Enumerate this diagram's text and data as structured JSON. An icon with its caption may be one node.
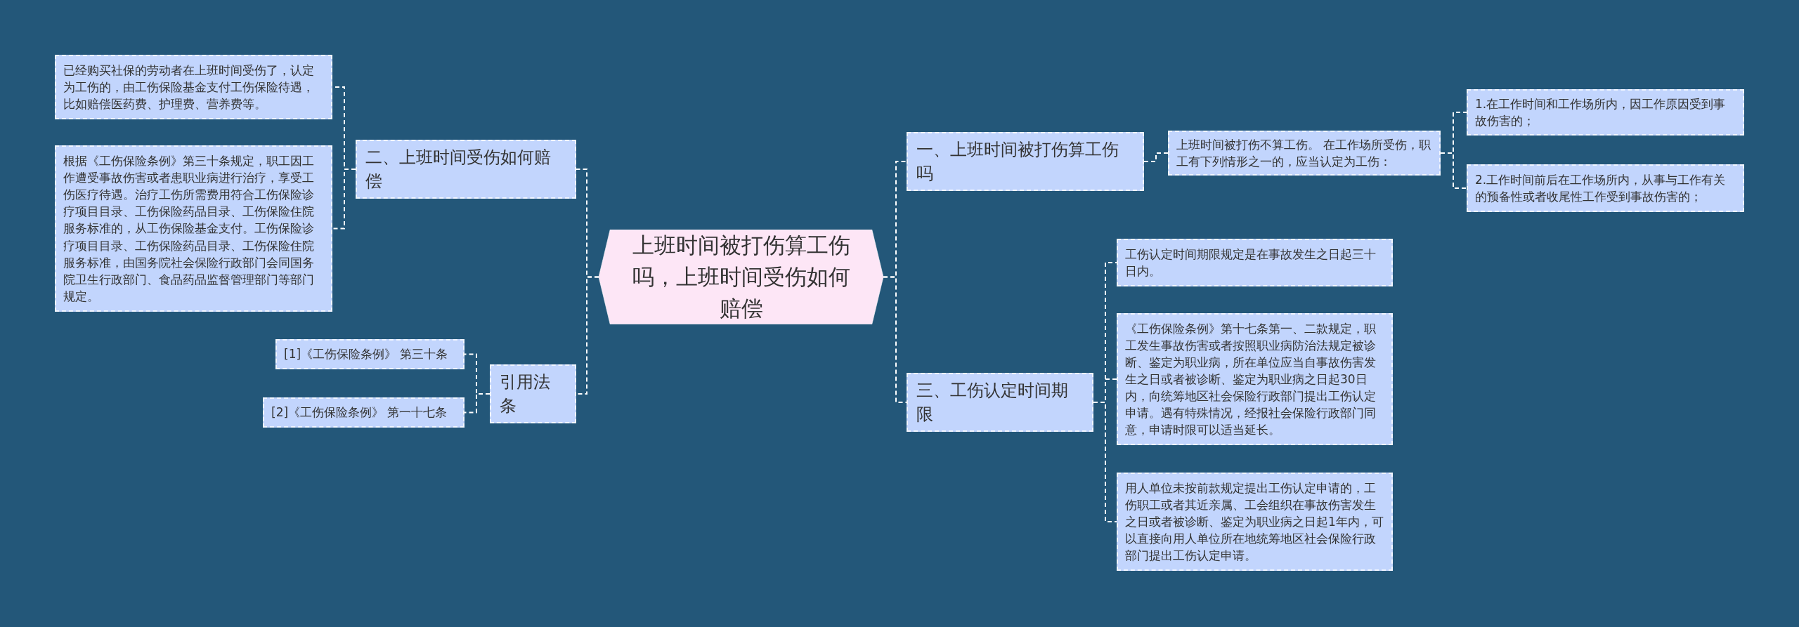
{
  "diagram": {
    "nodes": [
      {
        "text": [
          "上班时间被打伤算工伤吗，上班时间受伤如何赔偿"
        ]
      },
      {
        "text": [
          "一、上班时间被打伤算工伤吗"
        ]
      },
      {
        "text": [
          "上班时间被打伤不算工伤。 在工作场所受伤，职工有下列情形之一的，应当认定为工伤："
        ]
      },
      {
        "text": [
          "1.在工作时间和工作场所内，因工作原因受到事故伤害的；"
        ]
      },
      {
        "text": [
          "2.工作时间前后在工作场所内，从事与工作有关的预备性或者收尾性工作受到事故伤害的；"
        ]
      },
      {
        "text": [
          "三、工伤认定时间期限"
        ]
      },
      {
        "text": [
          "工伤认定时间期限规定是在事故发生之日起三十日内。"
        ]
      },
      {
        "text": [
          "《工伤保险条例》第十七条第一、二款规定，职工发生事故伤害或者按照职业病防治法规定被诊断、鉴定为职业病，所在单位应当自事故伤害发生之日或者被诊断、鉴定为职业病之日起30日内，向统筹地区社会保险行政部门提出工伤认定申请。遇有特殊情况，经报社会保险行政部门同意，申请时限可以适当延长。"
        ]
      },
      {
        "text": [
          "用人单位未按前款规定提出工伤认定申请的，工伤职工或者其近亲属、工会组织在事故伤害发生之日或者被诊断、鉴定为职业病之日起1年内，可以直接向用人单位所在地统筹地区社会保险行政部门提出工伤认定申请。"
        ]
      },
      {
        "text": [
          "二、上班时间受伤如何赔偿"
        ]
      },
      {
        "text": [
          "已经购买社保的劳动者在上班时间受伤了，认定为工伤的，由工伤保险基金支付工伤保险待遇，比如赔偿医药费、护理费、营养费等。"
        ]
      },
      {
        "text": [
          "根据《工伤保险条例》第三十条规定，职工因工作遭受事故伤害或者患职业病进行治疗，享受工伤医疗待遇。治疗工伤所需费用符合工伤保险诊疗项目目录、工伤保险药品目录、工伤保险住院服务标准的，从工伤保险基金支付。工伤保险诊疗项目目录、工伤保险药品目录、工伤保险住院服务标准，由国务院社会保险行政部门会同国务院卫生行政部门、食品药品监督管理部门等部门规定。"
        ]
      },
      {
        "text": [
          "引用法条"
        ]
      },
      {
        "text": [
          "[1]《工伤保险条例》 第三十条"
        ]
      },
      {
        "text": [
          "[2]《工伤保险条例》 第一十七条"
        ]
      }
    ],
    "edges": [
      {
        "from": 0,
        "to": 1,
        "arrow": "none",
        "style": "dashed"
      },
      {
        "from": 1,
        "to": 2,
        "arrow": "none",
        "style": "dashed"
      },
      {
        "from": 2,
        "to": 3,
        "arrow": "none",
        "style": "dashed"
      },
      {
        "from": 2,
        "to": 4,
        "arrow": "none",
        "style": "dashed"
      },
      {
        "from": 0,
        "to": 5,
        "arrow": "none",
        "style": "dashed"
      },
      {
        "from": 5,
        "to": 6,
        "arrow": "none",
        "style": "dashed"
      },
      {
        "from": 5,
        "to": 7,
        "arrow": "none",
        "style": "dashed"
      },
      {
        "from": 5,
        "to": 8,
        "arrow": "none",
        "style": "dashed"
      },
      {
        "from": 0,
        "to": 9,
        "arrow": "none",
        "style": "dashed"
      },
      {
        "from": 9,
        "to": 10,
        "arrow": "none",
        "style": "dashed"
      },
      {
        "from": 9,
        "to": 11,
        "arrow": "none",
        "style": "dashed"
      },
      {
        "from": 0,
        "to": 12,
        "arrow": "none",
        "style": "dashed"
      },
      {
        "from": 12,
        "to": 13,
        "arrow": "none",
        "style": "dashed"
      },
      {
        "from": 12,
        "to": 14,
        "arrow": "none",
        "style": "dashed"
      }
    ]
  }
}
